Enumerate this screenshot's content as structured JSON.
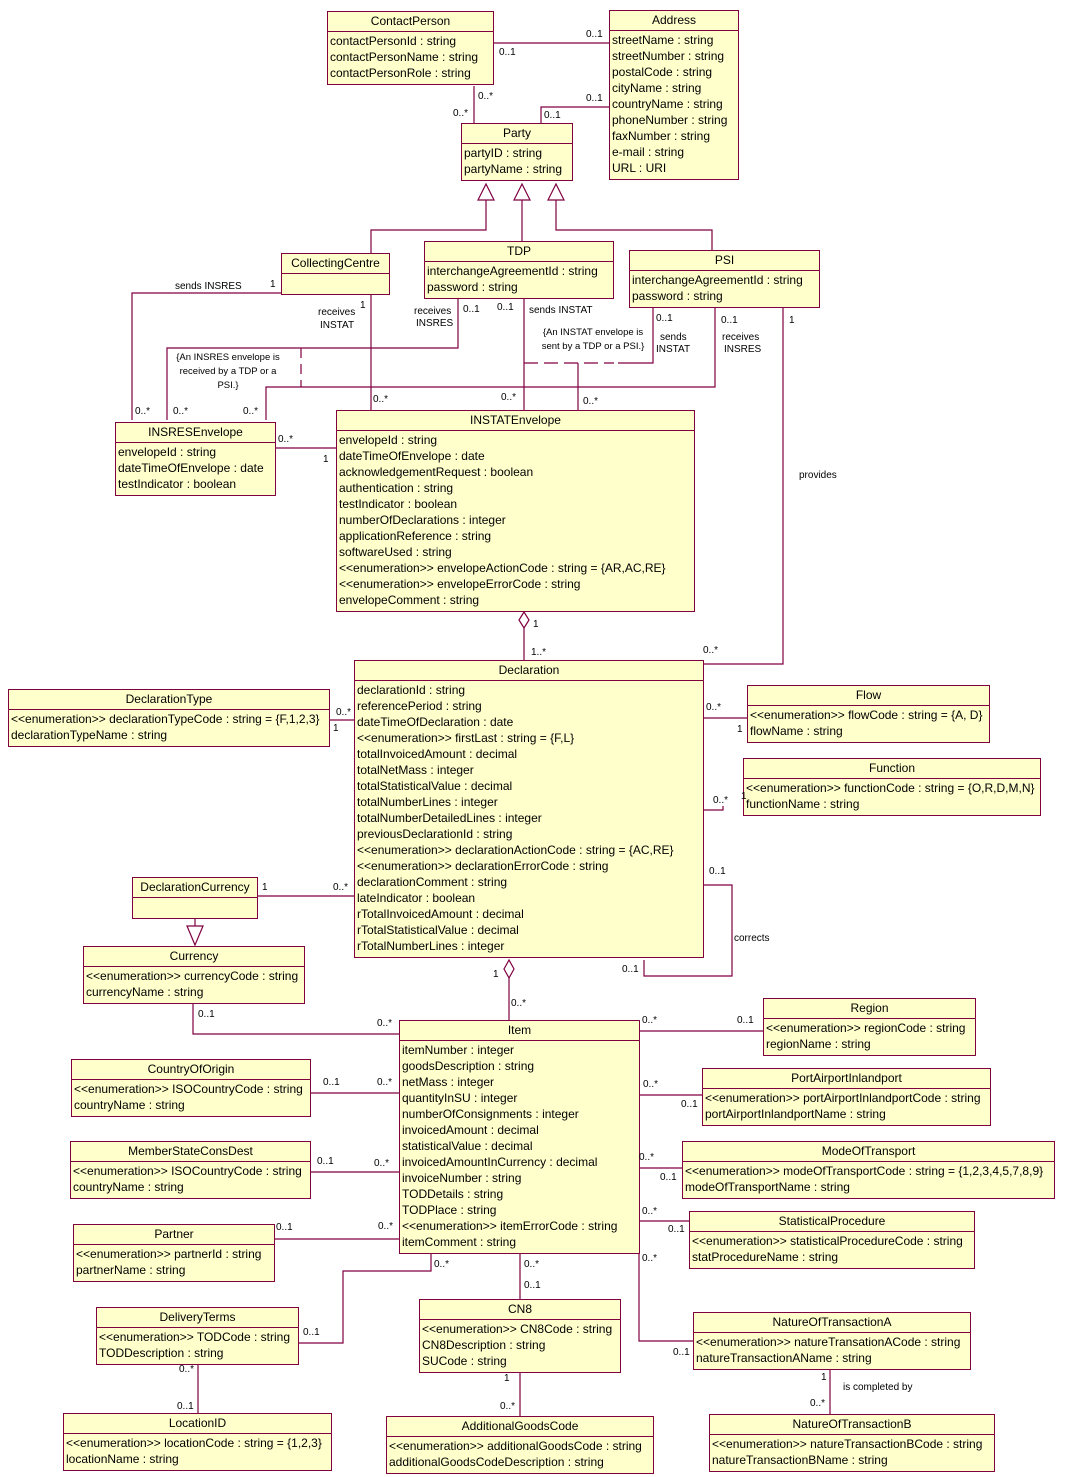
{
  "diagram": {
    "type": "UML class diagram",
    "colors": {
      "class_fill": "#ffffcc",
      "line": "#800040",
      "text": "#000000"
    }
  },
  "classes": {
    "contactPerson": {
      "name": "ContactPerson",
      "attributes": [
        "contactPersonId : string",
        "contactPersonName : string",
        "contactPersonRole : string"
      ]
    },
    "address": {
      "name": "Address",
      "attributes": [
        "streetName : string",
        "streetNumber : string",
        "postalCode : string",
        "cityName : string",
        "countryName : string",
        "phoneNumber : string",
        "faxNumber : string",
        "e-mail : string",
        "URL : URI"
      ]
    },
    "party": {
      "name": "Party",
      "attributes": [
        "partyID : string",
        "partyName : string"
      ]
    },
    "collectingCentre": {
      "name": "CollectingCentre",
      "attributes": []
    },
    "tdp": {
      "name": "TDP",
      "attributes": [
        "interchangeAgreementId : string",
        "password : string"
      ]
    },
    "psi": {
      "name": "PSI",
      "attributes": [
        "interchangeAgreementId : string",
        "password : string"
      ]
    },
    "insresEnvelope": {
      "name": "INSRESEnvelope",
      "attributes": [
        "envelopeId : string",
        "dateTimeOfEnvelope : date",
        "testIndicator : boolean"
      ]
    },
    "instatEnvelope": {
      "name": "INSTATEnvelope",
      "attributes": [
        "envelopeId : string",
        "dateTimeOfEnvelope : date",
        "acknowledgementRequest : boolean",
        "authentication : string",
        "testIndicator : boolean",
        "numberOfDeclarations : integer",
        "applicationReference : string",
        "softwareUsed : string",
        "<<enumeration>> envelopeActionCode : string = {AR,AC,RE}",
        "<<enumeration>> envelopeErrorCode : string",
        "envelopeComment : string"
      ]
    },
    "declarationType": {
      "name": "DeclarationType",
      "attributes": [
        "<<enumeration>> declarationTypeCode : string = {F,1,2,3}",
        "declarationTypeName : string"
      ]
    },
    "declaration": {
      "name": "Declaration",
      "attributes": [
        "declarationId : string",
        "referencePeriod : string",
        "dateTimeOfDeclaration : date",
        "<<enumeration>> firstLast : string = {F,L}",
        "totalInvoicedAmount : decimal",
        "totalNetMass : integer",
        "totalStatisticalValue : decimal",
        "totalNumberLines : integer",
        "totalNumberDetailedLines : integer",
        "previousDeclarationId : string",
        "<<enumeration>> declarationActionCode : string = {AC,RE}",
        "<<enumeration>> declarationErrorCode : string",
        "declarationComment : string",
        "lateIndicator : boolean",
        "rTotalInvoicedAmount : decimal",
        "rTotalStatisticalValue : decimal",
        "rTotalNumberLines : integer"
      ]
    },
    "flow": {
      "name": "Flow",
      "attributes": [
        "<<enumeration>> flowCode : string = {A, D}",
        "flowName : string"
      ]
    },
    "function": {
      "name": "Function",
      "attributes": [
        "<<enumeration>> functionCode : string = {O,R,D,M,N}",
        "functionName : string"
      ]
    },
    "declarationCurrency": {
      "name": "DeclarationCurrency",
      "attributes": []
    },
    "currency": {
      "name": "Currency",
      "attributes": [
        "<<enumeration>> currencyCode : string",
        "currencyName : string"
      ]
    },
    "item": {
      "name": "Item",
      "attributes": [
        "itemNumber : integer",
        "goodsDescription : string",
        "netMass : integer",
        "quantityInSU : integer",
        "numberOfConsignments : integer",
        "invoicedAmount : decimal",
        "statisticalValue : decimal",
        "invoicedAmountInCurrency : decimal",
        "invoiceNumber : string",
        "TODDetails : string",
        "TODPlace : string",
        "<<enumeration>> itemErrorCode : string",
        "itemComment : string"
      ]
    },
    "region": {
      "name": "Region",
      "attributes": [
        "<<enumeration>> regionCode : string",
        "regionName : string"
      ]
    },
    "portAirportInlandport": {
      "name": "PortAirportInlandport",
      "attributes": [
        "<<enumeration>> portAirportInlandportCode : string",
        "portAirportInlandportName : string"
      ]
    },
    "modeOfTransport": {
      "name": "ModeOfTransport",
      "attributes": [
        "<<enumeration>> modeOfTransportCode : string = {1,2,3,4,5,7,8,9}",
        "modeOfTransportName : string"
      ]
    },
    "statisticalProcedure": {
      "name": "StatisticalProcedure",
      "attributes": [
        "<<enumeration>> statisticalProcedureCode : string",
        "statProcedureName : string"
      ]
    },
    "countryOfOrigin": {
      "name": "CountryOfOrigin",
      "attributes": [
        "<<enumeration>> ISOCountryCode : string",
        "countryName : string"
      ]
    },
    "memberStateConsDest": {
      "name": "MemberStateConsDest",
      "attributes": [
        "<<enumeration>> ISOCountryCode : string",
        "countryName : string"
      ]
    },
    "partner": {
      "name": "Partner",
      "attributes": [
        "<<enumeration>> partnerId : string",
        "partnerName : string"
      ]
    },
    "deliveryTerms": {
      "name": "DeliveryTerms",
      "attributes": [
        "<<enumeration>> TODCode : string",
        "TODDescription : string"
      ]
    },
    "cn8": {
      "name": "CN8",
      "attributes": [
        "<<enumeration>> CN8Code : string",
        "CN8Description : string",
        "SUCode : string"
      ]
    },
    "natureOfTransactionA": {
      "name": "NatureOfTransactionA",
      "attributes": [
        "<<enumeration>> natureTransationACode : string",
        "natureTransactionAName : string"
      ]
    },
    "locationID": {
      "name": "LocationID",
      "attributes": [
        "<<enumeration>> locationCode : string = {1,2,3}",
        "locationName : string"
      ]
    },
    "additionalGoodsCode": {
      "name": "AdditionalGoodsCode",
      "attributes": [
        "<<enumeration>> additionalGoodsCode : string",
        "additionalGoodsCodeDescription : string"
      ]
    },
    "natureOfTransactionB": {
      "name": "NatureOfTransactionB",
      "attributes": [
        "<<enumeration>> natureTransactionBCode : string",
        "natureTransactionBName : string"
      ]
    }
  },
  "labels": {
    "cp_addr_a": "0..1",
    "cp_addr_b": "0..1",
    "cp_party_a": "0..*",
    "cp_party_b": "0..*",
    "party_addr_a": "0..1",
    "party_addr_b": "0..1",
    "sends_insres": "sends INSRES",
    "cc_sends_mult": "1",
    "receives_instat_1": "receives",
    "receives_instat_2": "INSTAT",
    "cc_recv_mult": "1",
    "tdp_recv_1": "receives",
    "tdp_recv_2": "INSRES",
    "tdp_recv_mult": "0..1",
    "tdp_send_mult": "0..1",
    "tdp_sends_instat": "sends INSTAT",
    "psi_send_mult": "0..1",
    "psi_sends_1": "sends",
    "psi_sends_2": "INSTAT",
    "psi_recv_mult": "0..1",
    "psi_recv_1": "receives",
    "psi_recv_2": "INSRES",
    "psi_provides_mult": "1",
    "provides": "provides",
    "insres_m1": "0..*",
    "insres_m2": "0..*",
    "insres_m3": "0..*",
    "instat_m1": "0..*",
    "instat_m2": "0..*",
    "instat_m3": "0..*",
    "insres_instat_a": "0..*",
    "insres_instat_b": "1",
    "env_decl_a": "1",
    "env_decl_b": "1..*",
    "psi_decl": "0..*",
    "dtype_a": "0..*",
    "dtype_b": "1",
    "flow_a": "0..*",
    "flow_b": "1",
    "func_a": "0..*",
    "func_b": "1",
    "corrects_a": "0..1",
    "corrects_b": "0..1",
    "corrects": "corrects",
    "dcur_a": "1",
    "dcur_b": "0..*",
    "decl_item_a": "1",
    "decl_item_b": "0..*",
    "cur_item_a": "0..1",
    "cur_item_b": "0..*",
    "region_a": "0..*",
    "region_b": "0..1",
    "port_a": "0..*",
    "port_b": "0..1",
    "mot_a": "0..*",
    "mot_b": "0..1",
    "stat_a": "0..*",
    "stat_b": "0..1",
    "nta_a": "0..*",
    "nta_b": "0..1",
    "coo_a": "0..1",
    "coo_b": "0..*",
    "msc_a": "0..1",
    "msc_b": "0..*",
    "partner_a": "0..1",
    "partner_b": "0..*",
    "dt_a": "0..*",
    "dt_b": "0..1",
    "cn8_a": "0..*",
    "cn8_b": "0..1",
    "loc_a": "0..*",
    "loc_b": "0..1",
    "agc_a": "1",
    "agc_b": "0..*",
    "ntb_a": "1",
    "ntb_b": "0..*",
    "completed_by": "is completed by"
  },
  "notes": {
    "insres_note": [
      "{An INSRES envelope is",
      "received by a TDP or a",
      "PSI.}"
    ],
    "instat_note": [
      "{An INSTAT envelope is",
      "sent by a TDP or a PSI.}"
    ]
  }
}
